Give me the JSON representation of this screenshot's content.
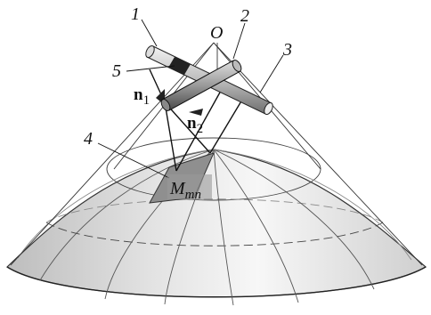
{
  "labels": {
    "origin": "O",
    "part1": "1",
    "part2": "2",
    "part3": "3",
    "part4": "4",
    "part5": "5",
    "n1": "n",
    "n1_sub": "1",
    "n2": "n",
    "n2_sub": "2",
    "m": "M",
    "m_sub": "mn"
  }
}
